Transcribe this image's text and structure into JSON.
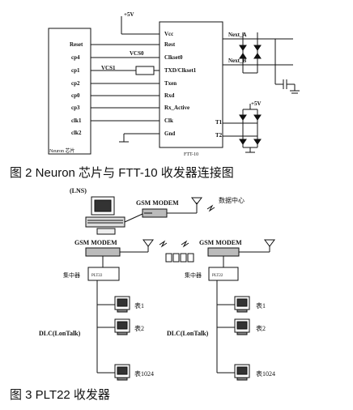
{
  "figure2": {
    "caption": "图 2   Neuron 芯片与 FTT-10 收发器连接图",
    "neuron_label": "Neuron 芯片",
    "neuron_pins": [
      "Reset",
      "cp4",
      "cp1",
      "cp2",
      "cp0",
      "cp3",
      "clk1",
      "clk2"
    ],
    "ftt_label": "FTT-10",
    "ftt_pins": [
      "Vcc",
      "Rest",
      "Clkset0",
      "TXD/Clkset1",
      "Txen",
      "Rxd",
      "Rx_Active",
      "Clk",
      "Gnd"
    ],
    "ftt_right_pins": [
      "T1",
      "T2"
    ],
    "net_labels": [
      "Next_A",
      "Next_B"
    ],
    "vcc_top": "+5V",
    "vcc_right": "+5V",
    "signal_vcs0": "VCS0",
    "signal_vcs1": "VCS1"
  },
  "figure3": {
    "caption": "图 3   PLT22 收发器",
    "lns_label": "(LNS)",
    "gsm_modem_top": "GSM  MODEM",
    "data_center": "数据中心",
    "gsm_modem_left": "GSM  MODEM",
    "gsm_modem_right": "GSM  MODEM",
    "concentrator_left": "集中器",
    "concentrator_right": "集中器",
    "plt_left": "PLT22",
    "plt_right": "PLT22",
    "dlc_left": "DLC(LonTalk)",
    "dlc_right": "DLC(LonTalk)",
    "meters_left": [
      "表1",
      "表2",
      "表1024"
    ],
    "meters_right": [
      "表1",
      "表2",
      "表1024"
    ]
  }
}
